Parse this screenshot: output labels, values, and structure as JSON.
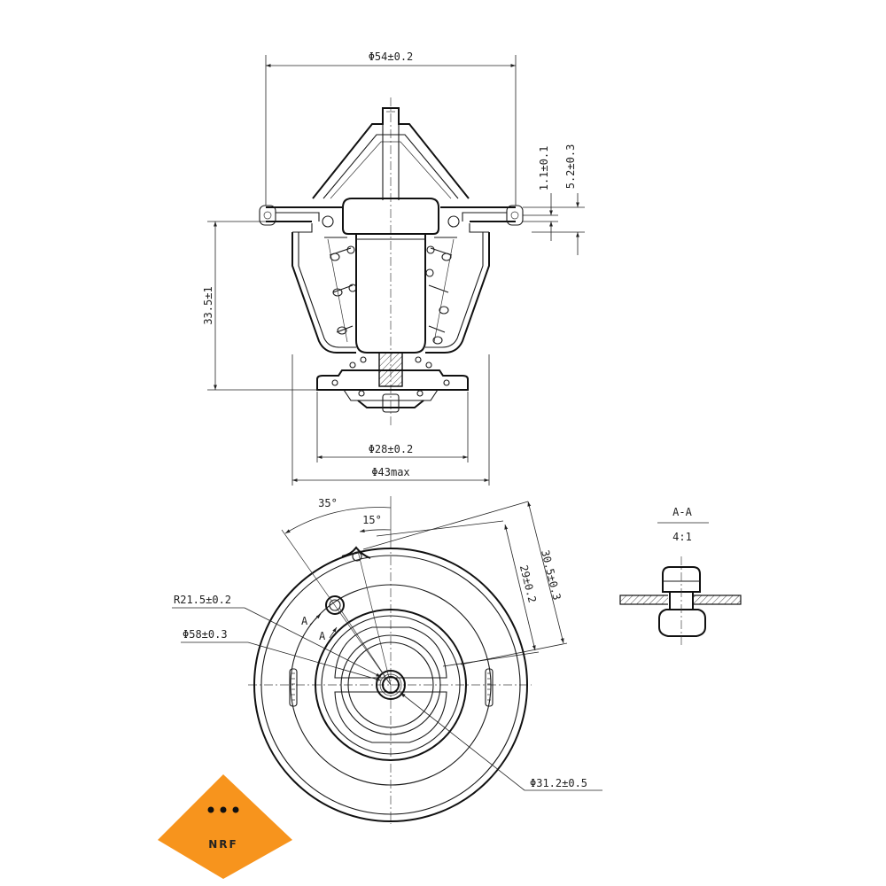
{
  "dimensions": {
    "flange_diameter": "Φ54±0.2",
    "height": "33.5±1",
    "flange_thickness": "1.1±0.1",
    "flange_offset": "5.2±0.3",
    "valve_diameter": "Φ28±0.2",
    "body_diameter": "Φ43max",
    "angle_35": "35°",
    "angle_15": "15°",
    "radius": "R21.5±0.2",
    "outer_diameter": "Φ58±0.3",
    "dim_29": "29±0.2",
    "dim_30_5": "30.5±0.3",
    "inner_diameter": "Φ31.2±0.5"
  },
  "section": {
    "title": "A-A",
    "scale": "4:1",
    "mark": "A"
  },
  "logo": {
    "text": "NRF",
    "color": "#f7941d"
  }
}
